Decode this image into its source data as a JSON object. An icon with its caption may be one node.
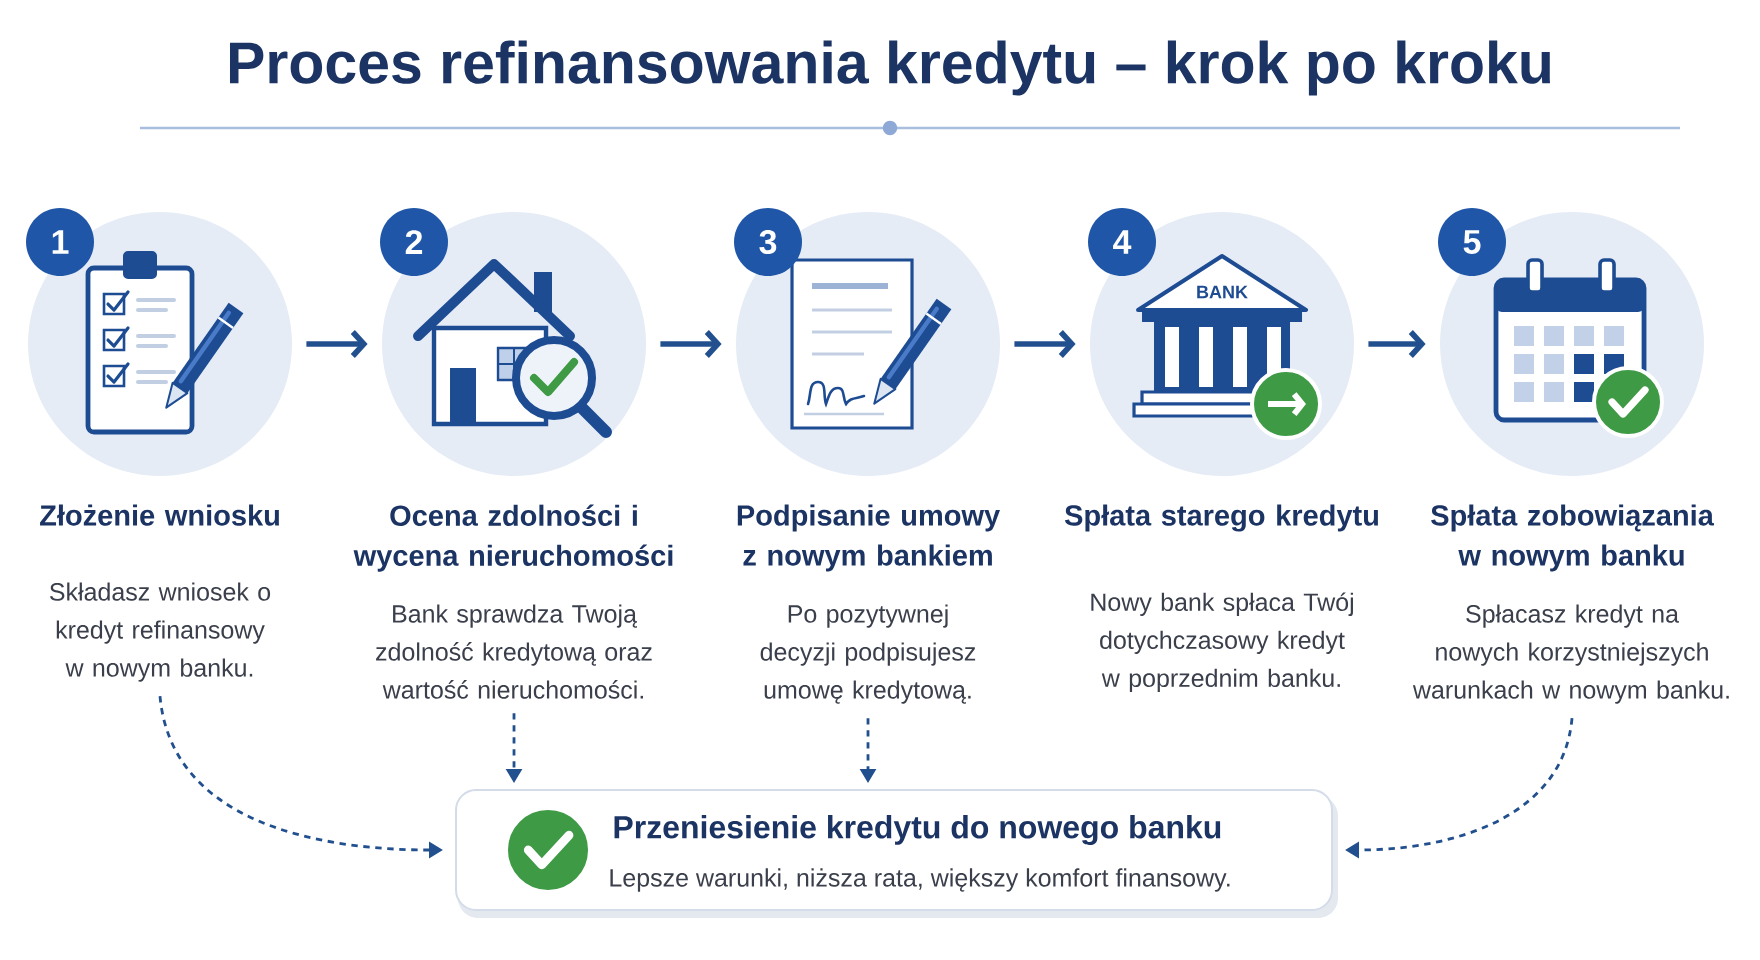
{
  "diagram": {
    "title": "Proces refinansowania kredytu – krok po kroku",
    "nodes": [
      {
        "text": [
          "1",
          "Złożenie wniosku",
          "Składasz wniosek o kredyt refinansowy w nowym banku."
        ]
      },
      {
        "text": [
          "2",
          "Ocena zdolności i wycena nieruchomości",
          "Bank sprawdza Twoją zdolność kredytową oraz wartość nieruchomości."
        ]
      },
      {
        "text": [
          "3",
          "Podpisanie umowy z nowym bankiem",
          "Po pozytywnej decyzji podpisujesz umowę kredytową."
        ]
      },
      {
        "text": [
          "4",
          "Spłata starego kredytu",
          "Nowy bank spłaca Twój dotychczasowy kredyt w poprzednim banku."
        ]
      },
      {
        "text": [
          "5",
          "Spłata zobowiązania w nowym banku",
          "Spłacasz kredyt na nowych korzystniejszych warunkach w nowym banku."
        ]
      },
      {
        "text": [
          "Przeniesienie kredytu do nowego banku",
          "Lepsze warunki, niższa rata, większy komfort finansowy."
        ]
      }
    ],
    "edges": [
      {
        "from": 0,
        "to": 1,
        "arrow": "to"
      },
      {
        "from": 1,
        "to": 2,
        "arrow": "to"
      },
      {
        "from": 2,
        "to": 3,
        "arrow": "to"
      },
      {
        "from": 3,
        "to": 4,
        "arrow": "to"
      },
      {
        "from": 0,
        "to": 5,
        "arrow": "to",
        "style": "dashed"
      },
      {
        "from": 1,
        "to": 5,
        "arrow": "to",
        "style": "dashed"
      },
      {
        "from": 2,
        "to": 5,
        "arrow": "to",
        "style": "dashed"
      },
      {
        "from": 4,
        "to": 5,
        "arrow": "to",
        "style": "dashed"
      }
    ],
    "labels": [
      "BANK"
    ]
  }
}
